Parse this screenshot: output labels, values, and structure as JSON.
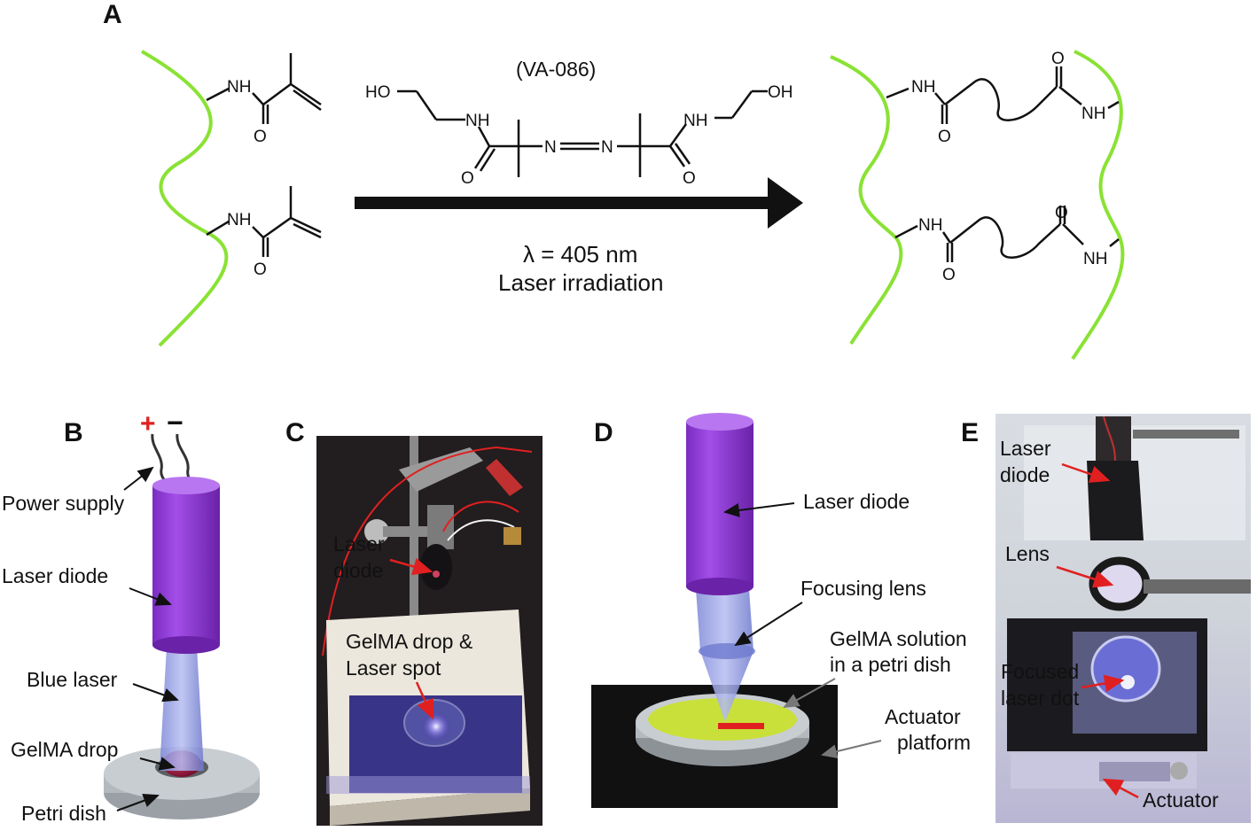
{
  "panels": {
    "a": {
      "letter": "A",
      "initiator_name": "(VA-086)",
      "atoms": {
        "ho": "HO",
        "oh": "OH",
        "nh": "NH",
        "n": "N",
        "o": "O"
      },
      "conditions_line1": "λ = 405 nm",
      "conditions_line2": "Laser irradiation"
    },
    "b": {
      "letter": "B",
      "plus": "+",
      "minus": "−",
      "labels": [
        "Power supply",
        "Laser diode",
        "Blue laser",
        "GelMA drop",
        "Petri dish"
      ]
    },
    "c": {
      "letter": "C",
      "labels": [
        "Laser",
        "diode",
        "GelMA drop &",
        "Laser spot"
      ]
    },
    "d": {
      "letter": "D",
      "labels": [
        "Laser diode",
        "Focusing lens",
        "GelMA solution",
        "in a petri dish",
        "Actuator",
        "platform"
      ]
    },
    "e": {
      "letter": "E",
      "labels": [
        "Laser",
        "diode",
        "Lens",
        "Focused",
        "laser dot",
        "Actuator"
      ]
    }
  },
  "colors": {
    "polymer_green": "#8ae234",
    "laser_purple": "#9b3fe0",
    "beam_blue": "#8f9ce8",
    "arrow_red": "#e02020",
    "gel_yellow": "#c9e03a",
    "dish_gray": "#c8cdd2"
  }
}
